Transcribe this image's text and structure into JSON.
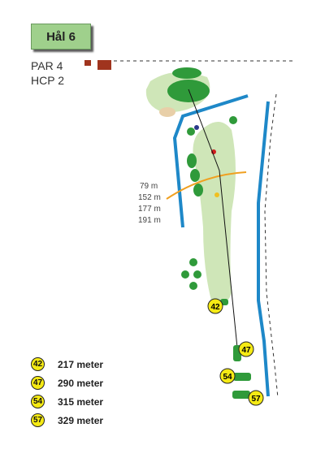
{
  "hole": {
    "label": "Hål 6"
  },
  "info": {
    "par": "PAR 4",
    "hcp": "HCP 2"
  },
  "distances": [
    "79 m",
    "152 m",
    "177 m",
    "191 m"
  ],
  "tees": [
    {
      "number": "42",
      "distance": "217 meter"
    },
    {
      "number": "47",
      "distance": "290 meter"
    },
    {
      "number": "54",
      "distance": "315 meter"
    },
    {
      "number": "57",
      "distance": "329 meter"
    }
  ],
  "colors": {
    "fairway": "#cfe6b8",
    "green": "#2f9a3a",
    "water": "#1e88c8",
    "hazard_line": "#f0a020"
  }
}
